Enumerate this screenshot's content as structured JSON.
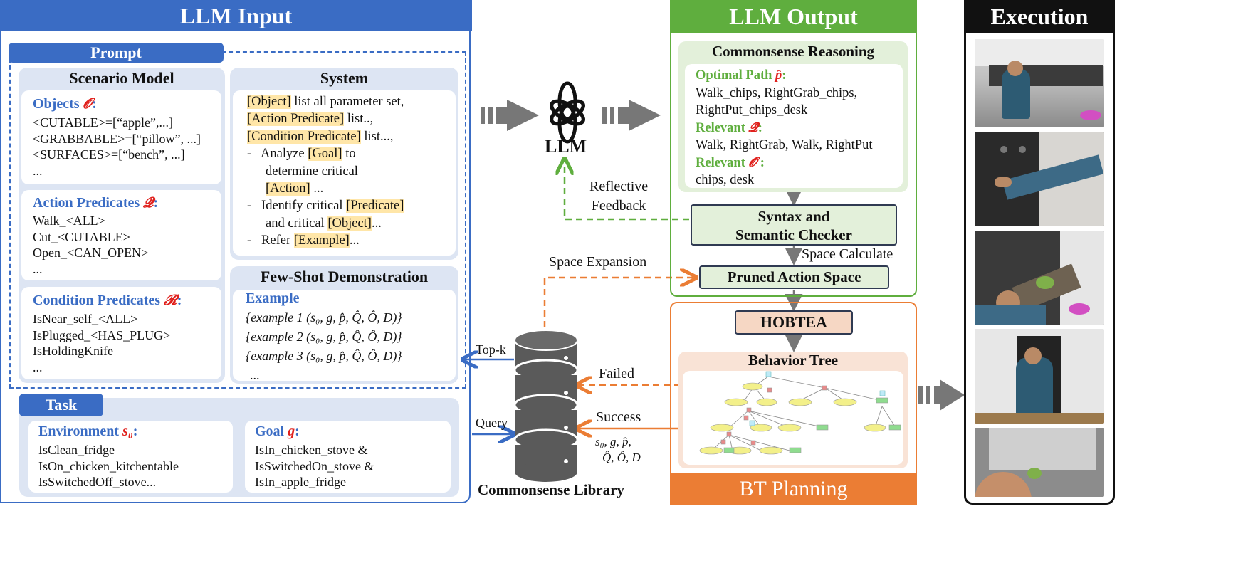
{
  "llm_input": {
    "title": "LLM Input",
    "prompt_tag": "Prompt",
    "scenario_model": {
      "title": "Scenario Model",
      "objects": {
        "label": "Objects",
        "symbol": "𝓞",
        "lines": [
          "<CUTABLE>=[“apple”,...]",
          "<GRABBABLE>=[“pillow”, ...]",
          "<SURFACES>=[“bench”, ...]",
          "..."
        ]
      },
      "action_predicates": {
        "label": "Action Predicates",
        "symbol": "𝓠",
        "lines": [
          "Walk_<ALL>",
          "Cut_<CUTABLE>",
          "Open_<CAN_OPEN>",
          "..."
        ]
      },
      "condition_predicates": {
        "label": "Condition Predicates",
        "symbol": "𝓡",
        "lines": [
          "IsNear_self_<ALL>",
          "IsPlugged_<HAS_PLUG>",
          "IsHoldingKnife",
          "..."
        ]
      }
    },
    "system": {
      "title": "System",
      "l1": "[Object]",
      "l1b": " list all parameter set,",
      "l2": "[Action Predicate]",
      "l2b": " list..,",
      "l3": "[Condition Predicate]",
      "l3b": " list...,",
      "l4a": "-   Analyze ",
      "l4": "[Goal]",
      "l4b": " to",
      "l5": "determine critical",
      "l6": "[Action]",
      "l6b": " ...",
      "l7a": "-   Identify critical ",
      "l7": "[Predicate]",
      "l8a": "and critical ",
      "l8": "[Object]",
      "l8b": "...",
      "l9a": "-   Refer ",
      "l9": "[Example]",
      "l9b": "..."
    },
    "few_shot": {
      "title": "Few-Shot Demonstration",
      "example_label": "Example",
      "examples": [
        "{example 1 (s₀, g, p̂, Q̂, Ô, D)}",
        "{example 2 (s₀, g, p̂, Q̂, Ô, D)}",
        "{example 3 (s₀, g, p̂, Q̂, Ô, D)}"
      ],
      "more": "..."
    },
    "task_tag": "Task",
    "environment": {
      "label": "Environment",
      "symbol": "s₀",
      "lines": [
        "IsClean_fridge",
        "IsOn_chicken_kitchentable",
        "IsSwitchedOff_stove..."
      ]
    },
    "goal": {
      "label": "Goal",
      "symbol": "g",
      "lines": [
        "IsIn_chicken_stove &",
        "IsSwitchedOn_stove &",
        "IsIn_apple_fridge"
      ]
    }
  },
  "llm": {
    "label": "LLM"
  },
  "library": {
    "label": "Commonsense Library",
    "topk": "Top-k",
    "query": "Query"
  },
  "reflective_feedback": [
    "Reflective",
    "Feedback"
  ],
  "space_expansion": "Space Expansion",
  "space_calculate": "Space Calculate",
  "failed": "Failed",
  "success": "Success",
  "success_tuple": [
    "s₀,  g, p̂,",
    "Q̂, Ô, D"
  ],
  "llm_output": {
    "title": "LLM Output",
    "reasoning_title": "Commonsense Reasoning",
    "optimal_path_label": "Optimal Path",
    "optimal_path_symbol": "p̂",
    "optimal_path_lines": [
      "Walk_chips, RightGrab_chips,",
      "RightPut_chips_desk"
    ],
    "relevant_q_label": "Relevant",
    "relevant_q_symbol": "𝓠̂",
    "relevant_q_line": "Walk, RightGrab, Walk, RightPut",
    "relevant_o_label": "Relevant",
    "relevant_o_symbol": "𝓞̂",
    "relevant_o_line": "chips, desk",
    "checker": [
      "Syntax and",
      "Semantic Checker"
    ],
    "pruned": "Pruned Action Space"
  },
  "bt_planning": {
    "title": "BT Planning",
    "hobtea": "HOBTEA",
    "bt_title": "Behavior Tree"
  },
  "execution": {
    "title": "Execution"
  },
  "colors": {
    "blue": "#3a6cc4",
    "green": "#5fae3e",
    "orange": "#eb7d34",
    "red": "#e0211d"
  }
}
